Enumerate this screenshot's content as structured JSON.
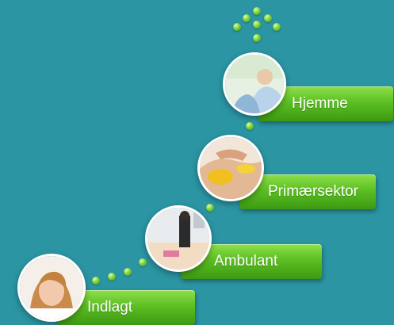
{
  "steps": [
    {
      "label": "Indlagt"
    },
    {
      "label": "Ambulant"
    },
    {
      "label": "Primærsektor"
    },
    {
      "label": "Hjemme"
    }
  ],
  "colors": {
    "background": "#2b95a3",
    "bar_green": "#5cbf22",
    "dot_green": "#7fd23a",
    "label_text": "#ffffff"
  },
  "icons": [
    "up-arrow-dots-icon"
  ]
}
